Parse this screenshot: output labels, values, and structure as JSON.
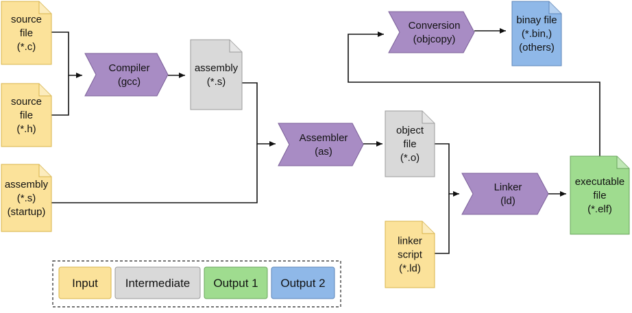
{
  "colors": {
    "input": "#fbe29a",
    "input_stroke": "#d9b44a",
    "intermediate": "#d9d9d9",
    "intermediate_stroke": "#9a9a9a",
    "output1": "#9fdc8f",
    "output1_stroke": "#6aa55c",
    "output2": "#8fb8e8",
    "output2_stroke": "#5c86ba",
    "process": "#a88cc4",
    "process_stroke": "#7b5f98"
  },
  "files": {
    "source_c": [
      "source",
      "file",
      "(*.c)"
    ],
    "source_h": [
      "source",
      "file",
      "(*.h)"
    ],
    "assembly_startup": [
      "assembly",
      "(*.s)",
      "(startup)"
    ],
    "assembly_intermediate": [
      "assembly",
      "(*.s)"
    ],
    "object_file": [
      "object",
      "file",
      "(*.o)"
    ],
    "linker_script": [
      "linker",
      "script",
      "(*.ld)"
    ],
    "executable": [
      "executable",
      "file",
      "(*.elf)"
    ],
    "binary": [
      "binay file",
      "(*.bin,)",
      "(others)"
    ]
  },
  "processes": {
    "compiler": [
      "Compiler",
      "(gcc)"
    ],
    "assembler": [
      "Assembler",
      "(as)"
    ],
    "linker": [
      "Linker",
      "(ld)"
    ],
    "conversion": [
      "Conversion",
      "(objcopy)"
    ]
  },
  "legend": {
    "input": "Input",
    "intermediate": "Intermediate",
    "output1": "Output 1",
    "output2": "Output 2"
  }
}
